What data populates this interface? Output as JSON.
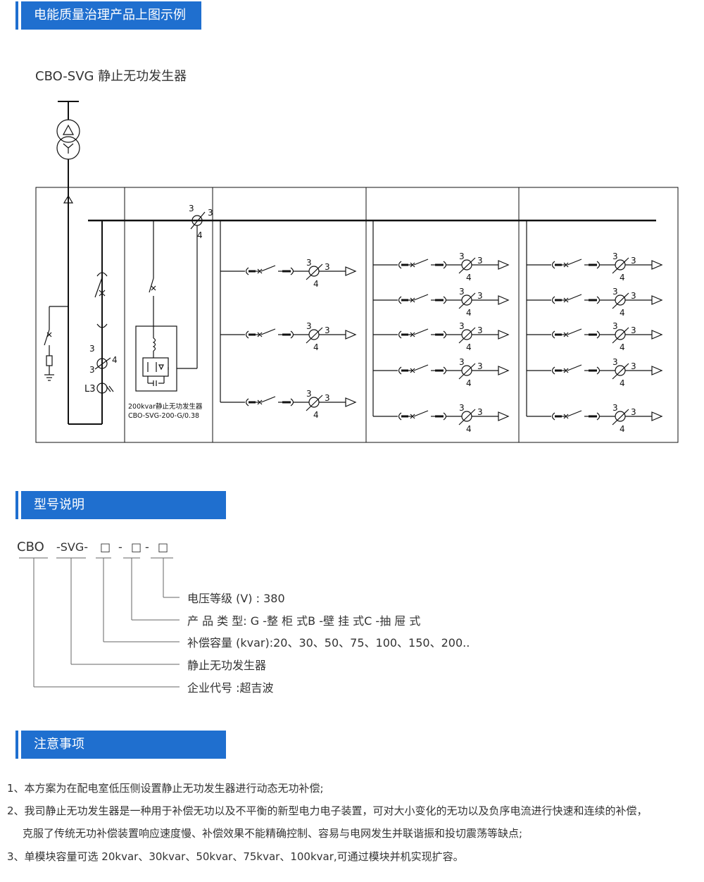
{
  "sections": {
    "s1_title": "电能质量治理产品上图示例",
    "s2_title": "型号说明",
    "s3_title": "注意事项"
  },
  "diagram": {
    "title": "CBO-SVG 静止无功发生器",
    "ct_ratio_a": "3",
    "ct_ratio_b": "3",
    "ct_ratio_c": "4",
    "incoming_ct_label": "4",
    "meter_label": "L3",
    "svg_caption_1": "200kvar静止无功发生器",
    "svg_caption_2": "CBO-SVG-200-G/0.38"
  },
  "model": {
    "code_cbo": "CBO",
    "code_svg": "-SVG-",
    "box": "□",
    "dash": "-",
    "line_voltage": "电压等级 (V) : 380",
    "line_type": "产 品 类 型: G -整 柜 式B -壁 挂 式C -抽 屉 式",
    "line_capacity": "补偿容量 (kvar):20、30、50、75、100、150、200..",
    "line_name": "静止无功发生器",
    "line_company": "企业代号 :超吉波"
  },
  "notes": {
    "n1": "1、本方案为在配电室低压侧设置静止无功发生器进行动态无功补偿;",
    "n2": "2、我司静止无功发生器是一种用于补偿无功以及不平衡的新型电力电子装置，可对大小变化的无功以及负序电流进行快速和连续的补偿，",
    "n2b": "克服了传统无功补偿装置响应速度慢、补偿效果不能精确控制、容易与电网发生并联谐振和投切震荡等缺点;",
    "n3": "3、单模块容量可选 20kvar、30kvar、50kvar、75kvar、100kvar,可通过模块并机实现扩容。"
  },
  "colors": {
    "accent": "#1f6fcf"
  }
}
